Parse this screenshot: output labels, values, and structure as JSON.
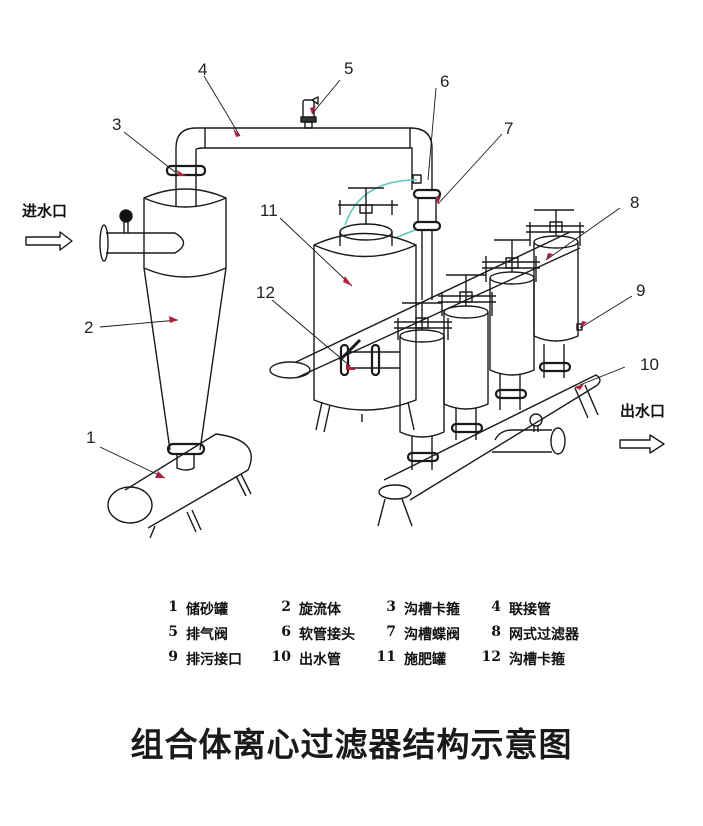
{
  "diagram": {
    "inlet_label": "进水口",
    "outlet_label": "出水口",
    "callouts": [
      "1",
      "2",
      "3",
      "4",
      "5",
      "6",
      "7",
      "8",
      "9",
      "10",
      "11",
      "12"
    ],
    "colors": {
      "line": "#1a1a1a",
      "arrow": "#b0203a",
      "hose": "#5fc7c0"
    }
  },
  "legend": {
    "rows": [
      [
        {
          "num": "1",
          "text": "储砂罐"
        },
        {
          "num": "2",
          "text": "旋流体"
        },
        {
          "num": "3",
          "text": "沟槽卡箍"
        },
        {
          "num": "4",
          "text": "联接管"
        }
      ],
      [
        {
          "num": "5",
          "text": "排气阀"
        },
        {
          "num": "6",
          "text": "软管接头"
        },
        {
          "num": "7",
          "text": "沟槽蝶阀"
        },
        {
          "num": "8",
          "text": "网式过滤器"
        }
      ],
      [
        {
          "num": "9",
          "text": "排污接口"
        },
        {
          "num": "10",
          "text": "出水管"
        },
        {
          "num": "11",
          "text": "施肥罐"
        },
        {
          "num": "12",
          "text": "沟槽卡箍"
        }
      ]
    ]
  },
  "title": "组合体离心过滤器结构示意图"
}
